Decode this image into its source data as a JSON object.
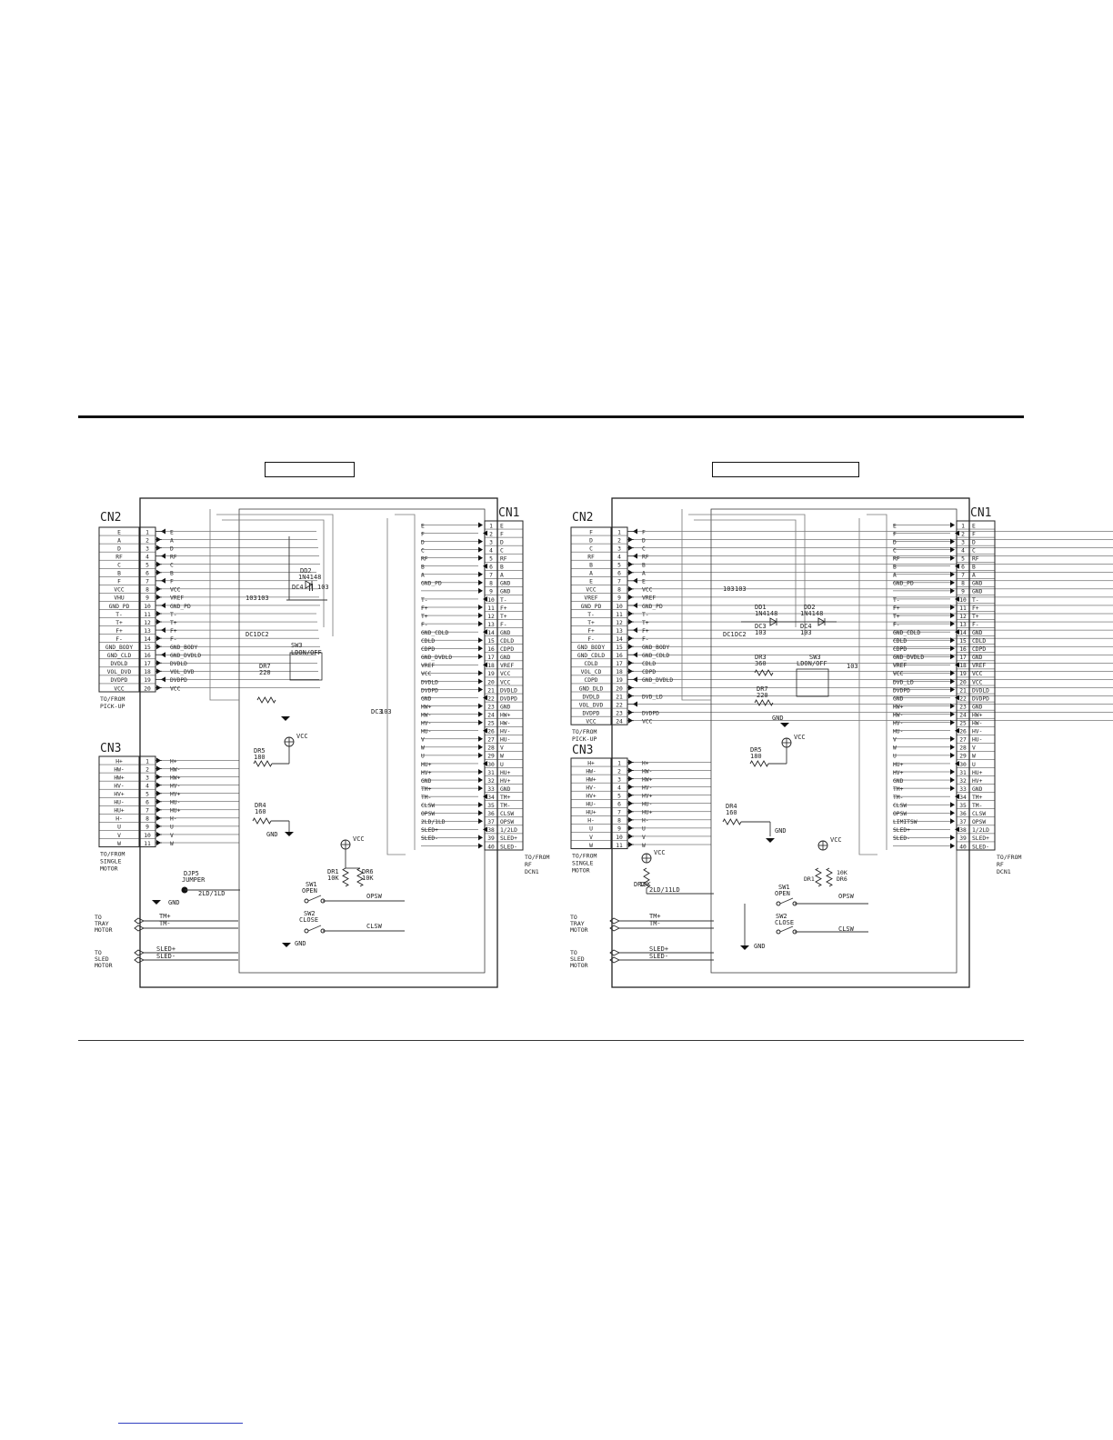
{
  "left": {
    "title": "",
    "cn2": {
      "title": "CN2",
      "rows": [
        {
          "n": "1",
          "name": "E",
          "sig": "E"
        },
        {
          "n": "2",
          "name": "A",
          "sig": "A"
        },
        {
          "n": "3",
          "name": "D",
          "sig": "D"
        },
        {
          "n": "4",
          "name": "RF",
          "sig": "RF"
        },
        {
          "n": "5",
          "name": "C",
          "sig": "C"
        },
        {
          "n": "6",
          "name": "B",
          "sig": "B"
        },
        {
          "n": "7",
          "name": "F",
          "sig": "F"
        },
        {
          "n": "8",
          "name": "VCC",
          "sig": "VCC"
        },
        {
          "n": "9",
          "name": "VHU",
          "sig": "VREF"
        },
        {
          "n": "10",
          "name": "GND_PD",
          "sig": "GND_PD"
        },
        {
          "n": "11",
          "name": "T-",
          "sig": "T-"
        },
        {
          "n": "12",
          "name": "T+",
          "sig": "T+"
        },
        {
          "n": "13",
          "name": "F+",
          "sig": "F+"
        },
        {
          "n": "14",
          "name": "F-",
          "sig": "F-"
        },
        {
          "n": "15",
          "name": "GND_BODY",
          "sig": "GND_BODY"
        },
        {
          "n": "16",
          "name": "GND_CLD",
          "sig": "GND_DVDLD"
        },
        {
          "n": "17",
          "name": "DVDLD",
          "sig": "DVDLD"
        },
        {
          "n": "18",
          "name": "VOL_DVD",
          "sig": "VOL_DVD"
        },
        {
          "n": "19",
          "name": "DVDPD",
          "sig": "DVDPD"
        },
        {
          "n": "20",
          "name": "VCC",
          "sig": "VCC"
        }
      ],
      "caption": [
        "TO/FROM",
        "PICK-UP"
      ]
    },
    "cn3": {
      "title": "CN3",
      "rows": [
        {
          "n": "1",
          "name": "H+",
          "sig": "H+"
        },
        {
          "n": "2",
          "name": "HW-",
          "sig": "HW-"
        },
        {
          "n": "3",
          "name": "HW+",
          "sig": "HW+"
        },
        {
          "n": "4",
          "name": "HV-",
          "sig": "HV-"
        },
        {
          "n": "5",
          "name": "HV+",
          "sig": "HV+"
        },
        {
          "n": "6",
          "name": "HU-",
          "sig": "HU-"
        },
        {
          "n": "7",
          "name": "HU+",
          "sig": "HU+"
        },
        {
          "n": "8",
          "name": "H-",
          "sig": "H-"
        },
        {
          "n": "9",
          "name": "U",
          "sig": "U"
        },
        {
          "n": "10",
          "name": "V",
          "sig": "V"
        },
        {
          "n": "11",
          "name": "W",
          "sig": "W"
        }
      ],
      "caption": [
        "TO/FROM",
        "SINGLE",
        "MOTOR"
      ]
    },
    "cn1": {
      "title": "CN1",
      "rows": [
        {
          "n": "1",
          "sig": "E",
          "name": "E"
        },
        {
          "n": "2",
          "sig": "F",
          "name": "F"
        },
        {
          "n": "3",
          "sig": "D",
          "name": "D"
        },
        {
          "n": "4",
          "sig": "C",
          "name": "C"
        },
        {
          "n": "5",
          "sig": "RF",
          "name": "RF"
        },
        {
          "n": "6",
          "sig": "B",
          "name": "B"
        },
        {
          "n": "7",
          "sig": "A",
          "name": "A"
        },
        {
          "n": "8",
          "sig": "GND_PD",
          "name": "GND"
        },
        {
          "n": "9",
          "sig": "",
          "name": "GND"
        },
        {
          "n": "10",
          "sig": "T-",
          "name": "T-"
        },
        {
          "n": "11",
          "sig": "F+",
          "name": "F+"
        },
        {
          "n": "12",
          "sig": "T+",
          "name": "T+"
        },
        {
          "n": "13",
          "sig": "F-",
          "name": "F-"
        },
        {
          "n": "14",
          "sig": "GND_CDLD",
          "name": "GND"
        },
        {
          "n": "15",
          "sig": "CDLD",
          "name": "CDLD"
        },
        {
          "n": "16",
          "sig": "CDPD",
          "name": "CDPD"
        },
        {
          "n": "17",
          "sig": "GND_DVDLD",
          "name": "GND"
        },
        {
          "n": "18",
          "sig": "VREF",
          "name": "VREF"
        },
        {
          "n": "19",
          "sig": "VCC",
          "name": "VCC"
        },
        {
          "n": "20",
          "sig": "DVDLD",
          "name": "VCC"
        },
        {
          "n": "21",
          "sig": "DVDPD",
          "name": "DVDLD"
        },
        {
          "n": "22",
          "sig": "GND",
          "name": "DVDPD"
        },
        {
          "n": "23",
          "sig": "HW+",
          "name": "GND"
        },
        {
          "n": "24",
          "sig": "HW-",
          "name": "HW+"
        },
        {
          "n": "25",
          "sig": "HV-",
          "name": "HW-"
        },
        {
          "n": "26",
          "sig": "HU-",
          "name": "HV-"
        },
        {
          "n": "27",
          "sig": "V",
          "name": "HU-"
        },
        {
          "n": "28",
          "sig": "W",
          "name": "V"
        },
        {
          "n": "29",
          "sig": "U",
          "name": "W"
        },
        {
          "n": "30",
          "sig": "HU+",
          "name": "U"
        },
        {
          "n": "31",
          "sig": "HV+",
          "name": "HU+"
        },
        {
          "n": "32",
          "sig": "GND",
          "name": "HV+"
        },
        {
          "n": "33",
          "sig": "TM+",
          "name": "GND"
        },
        {
          "n": "34",
          "sig": "TM-",
          "name": "TM+"
        },
        {
          "n": "35",
          "sig": "CLSW",
          "name": "TM-"
        },
        {
          "n": "36",
          "sig": "OPSW",
          "name": "CLSW"
        },
        {
          "n": "37",
          "sig": "2LD/1LD",
          "name": "OPSW"
        },
        {
          "n": "38",
          "sig": "SLED+",
          "name": "1/2LD"
        },
        {
          "n": "39",
          "sig": "SLED-",
          "name": "SLED+"
        },
        {
          "n": "40",
          "sig": "",
          "name": "SLED-"
        }
      ],
      "caption": [
        "TO/FROM",
        "RF",
        "DCN1"
      ]
    },
    "parts": {
      "dd2": [
        "DD2",
        "1N4148"
      ],
      "dc4": "DC4",
      "dc4_val": "103",
      "dc1": "DC1",
      "dc2": "DC2",
      "dc_val": "103",
      "sw3": [
        "SW3",
        "LDON/OFF"
      ],
      "dr7": [
        "DR7",
        "220"
      ],
      "dr5": [
        "DR5",
        "180"
      ],
      "dr4": [
        "DR4",
        "160"
      ],
      "dr1": [
        "DR1",
        "10K"
      ],
      "dr6": [
        "DR6",
        "10K"
      ],
      "dc3": [
        "DC3",
        "103"
      ],
      "djp5": [
        "DJP5",
        "JUMPER"
      ],
      "jp_label": "2LD/1LD",
      "sw1": [
        "SW1",
        "OPEN"
      ],
      "sw2": [
        "SW2",
        "CLOSE"
      ],
      "vcc": "VCC",
      "gnd": "GND",
      "opsw": "OPSW",
      "clsw": "CLSW"
    },
    "motors": {
      "tray": [
        "TO",
        "TRAY",
        "MOTOR"
      ],
      "tray_pins": [
        "TM+",
        "TM-"
      ],
      "sled": [
        "TO",
        "SLED",
        "MOTOR"
      ],
      "sled_pins": [
        "SLED+",
        "SLED-"
      ]
    }
  },
  "right": {
    "title": "",
    "cn2": {
      "title": "CN2",
      "rows": [
        {
          "n": "1",
          "name": "F",
          "sig": "F"
        },
        {
          "n": "2",
          "name": "D",
          "sig": "D"
        },
        {
          "n": "3",
          "name": "C",
          "sig": "C"
        },
        {
          "n": "4",
          "name": "RF",
          "sig": "RF"
        },
        {
          "n": "5",
          "name": "B",
          "sig": "B"
        },
        {
          "n": "6",
          "name": "A",
          "sig": "A"
        },
        {
          "n": "7",
          "name": "E",
          "sig": "E"
        },
        {
          "n": "8",
          "name": "VCC",
          "sig": "VCC"
        },
        {
          "n": "9",
          "name": "VREF",
          "sig": "VREF"
        },
        {
          "n": "10",
          "name": "GND_PD",
          "sig": "GND_PD"
        },
        {
          "n": "11",
          "name": "T-",
          "sig": "T-"
        },
        {
          "n": "12",
          "name": "T+",
          "sig": "T+"
        },
        {
          "n": "13",
          "name": "F+",
          "sig": "F+"
        },
        {
          "n": "14",
          "name": "F-",
          "sig": "F-"
        },
        {
          "n": "15",
          "name": "GND_BODY",
          "sig": "GND_BODY"
        },
        {
          "n": "16",
          "name": "GND_CDLD",
          "sig": "GND_CDLD"
        },
        {
          "n": "17",
          "name": "CDLD",
          "sig": "CDLD"
        },
        {
          "n": "18",
          "name": "VOL_CD",
          "sig": "CDPD"
        },
        {
          "n": "19",
          "name": "CDPD",
          "sig": "GND_DVDLD"
        },
        {
          "n": "20",
          "name": "GND_DLD",
          "sig": ""
        },
        {
          "n": "21",
          "name": "DVDLD",
          "sig": "DVD_LD"
        },
        {
          "n": "22",
          "name": "VOL_DVD",
          "sig": ""
        },
        {
          "n": "23",
          "name": "DVDPD",
          "sig": "DVDPD"
        },
        {
          "n": "24",
          "name": "VCC",
          "sig": "VCC"
        }
      ],
      "caption": [
        "TO/FROM",
        "PICK-UP"
      ]
    },
    "cn3": {
      "title": "CN3",
      "rows": [
        {
          "n": "1",
          "name": "H+",
          "sig": "H+"
        },
        {
          "n": "2",
          "name": "HW-",
          "sig": "HW-"
        },
        {
          "n": "3",
          "name": "HW+",
          "sig": "HW+"
        },
        {
          "n": "4",
          "name": "HV-",
          "sig": "HV-"
        },
        {
          "n": "5",
          "name": "HV+",
          "sig": "HV+"
        },
        {
          "n": "6",
          "name": "HU-",
          "sig": "HU-"
        },
        {
          "n": "7",
          "name": "HU+",
          "sig": "HU+"
        },
        {
          "n": "8",
          "name": "H-",
          "sig": "H-"
        },
        {
          "n": "9",
          "name": "U",
          "sig": "U"
        },
        {
          "n": "10",
          "name": "V",
          "sig": "V"
        },
        {
          "n": "11",
          "name": "W",
          "sig": "W"
        }
      ],
      "caption": [
        "TO/FROM",
        "SINGLE",
        "MOTOR"
      ]
    },
    "cn1": {
      "title": "CN1",
      "rows": [
        {
          "n": "1",
          "sig": "E",
          "name": "E"
        },
        {
          "n": "2",
          "sig": "F",
          "name": "F"
        },
        {
          "n": "3",
          "sig": "D",
          "name": "D"
        },
        {
          "n": "4",
          "sig": "C",
          "name": "C"
        },
        {
          "n": "5",
          "sig": "RF",
          "name": "RF"
        },
        {
          "n": "6",
          "sig": "B",
          "name": "B"
        },
        {
          "n": "7",
          "sig": "A",
          "name": "A"
        },
        {
          "n": "8",
          "sig": "GND_PD",
          "name": "GND"
        },
        {
          "n": "9",
          "sig": "",
          "name": "GND"
        },
        {
          "n": "10",
          "sig": "T-",
          "name": "T-"
        },
        {
          "n": "11",
          "sig": "F+",
          "name": "F+"
        },
        {
          "n": "12",
          "sig": "T+",
          "name": "T+"
        },
        {
          "n": "13",
          "sig": "F-",
          "name": "F-"
        },
        {
          "n": "14",
          "sig": "GND_CDLD",
          "name": "GND"
        },
        {
          "n": "15",
          "sig": "CDLD",
          "name": "CDLD"
        },
        {
          "n": "16",
          "sig": "CDPD",
          "name": "CDPD"
        },
        {
          "n": "17",
          "sig": "GND_DVDLD",
          "name": "GND"
        },
        {
          "n": "18",
          "sig": "VREF",
          "name": "VREF"
        },
        {
          "n": "19",
          "sig": "VCC",
          "name": "VCC"
        },
        {
          "n": "20",
          "sig": "DVD_LD",
          "name": "VCC"
        },
        {
          "n": "21",
          "sig": "DVDPD",
          "name": "DVDLD"
        },
        {
          "n": "22",
          "sig": "GND",
          "name": "DVDPD"
        },
        {
          "n": "23",
          "sig": "HW+",
          "name": "GND"
        },
        {
          "n": "24",
          "sig": "HW-",
          "name": "HW+"
        },
        {
          "n": "25",
          "sig": "HV-",
          "name": "HW-"
        },
        {
          "n": "26",
          "sig": "HU-",
          "name": "HV-"
        },
        {
          "n": "27",
          "sig": "V",
          "name": "HU-"
        },
        {
          "n": "28",
          "sig": "W",
          "name": "V"
        },
        {
          "n": "29",
          "sig": "U",
          "name": "W"
        },
        {
          "n": "30",
          "sig": "HU+",
          "name": "U"
        },
        {
          "n": "31",
          "sig": "HV+",
          "name": "HU+"
        },
        {
          "n": "32",
          "sig": "GND",
          "name": "HV+"
        },
        {
          "n": "33",
          "sig": "TM+",
          "name": "GND"
        },
        {
          "n": "34",
          "sig": "TM-",
          "name": "TM+"
        },
        {
          "n": "35",
          "sig": "CLSW",
          "name": "TM-"
        },
        {
          "n": "36",
          "sig": "OPSW",
          "name": "CLSW"
        },
        {
          "n": "37",
          "sig": "LIMITSW",
          "name": "OPSW"
        },
        {
          "n": "38",
          "sig": "SLED+",
          "name": "1/2LD"
        },
        {
          "n": "39",
          "sig": "SLED-",
          "name": "SLED+"
        },
        {
          "n": "40",
          "sig": "",
          "name": "SLED-"
        }
      ],
      "caption": [
        "TO/FROM",
        "RF",
        "DCN1"
      ]
    },
    "parts": {
      "dd1": [
        "DD1",
        "1N4148"
      ],
      "dd2": [
        "DD2",
        "1N4148"
      ],
      "dc3": [
        "DC3",
        "103"
      ],
      "dc4": [
        "DC4",
        "103"
      ],
      "dc1": "DC1",
      "dc2": "DC2",
      "dc_val": "103",
      "dr3": [
        "DR3",
        "360"
      ],
      "dr7": [
        "DR7",
        "220"
      ],
      "sw3": [
        "SW3",
        "LDON/OFF"
      ],
      "dr5": [
        "DR5",
        "180"
      ],
      "dr4": [
        "DR4",
        "160"
      ],
      "dr2": "DR2",
      "dr2_val": "10K",
      "dr1": "DR1",
      "dr6": "DR6",
      "dr_val": "10K",
      "cap_side": "103",
      "jp_label": "2LD/11LD",
      "sw1": [
        "SW1",
        "OPEN"
      ],
      "sw2": [
        "SW2",
        "CLOSE"
      ],
      "vcc": "VCC",
      "gnd": "GND",
      "opsw": "OPSW",
      "clsw": "CLSW"
    },
    "motors": {
      "tray": [
        "TO",
        "TRAY",
        "MOTOR"
      ],
      "tray_pins": [
        "TM+",
        "TM-"
      ],
      "sled": [
        "TO",
        "SLED",
        "MOTOR"
      ],
      "sled_pins": [
        "SLED+",
        "SLED-"
      ]
    }
  }
}
